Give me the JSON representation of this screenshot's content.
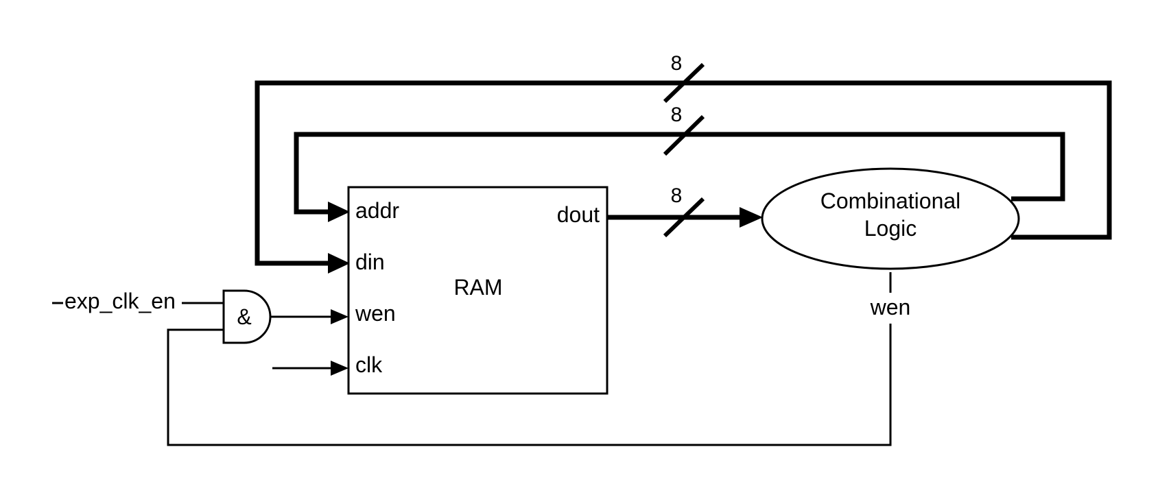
{
  "ram": {
    "title": "RAM",
    "ports": {
      "addr": "addr",
      "din": "din",
      "wen": "wen",
      "clk": "clk",
      "dout": "dout"
    }
  },
  "combinational_logic": {
    "line1": "Combinational",
    "line2": "Logic",
    "output_wen": "wen"
  },
  "and_gate": {
    "symbol": "&",
    "input_label": "exp_clk_en"
  },
  "bus_widths": {
    "top_bus": "8",
    "middle_bus": "8",
    "data_bus": "8"
  },
  "colors": {
    "stroke": "#000000",
    "background": "#ffffff"
  }
}
